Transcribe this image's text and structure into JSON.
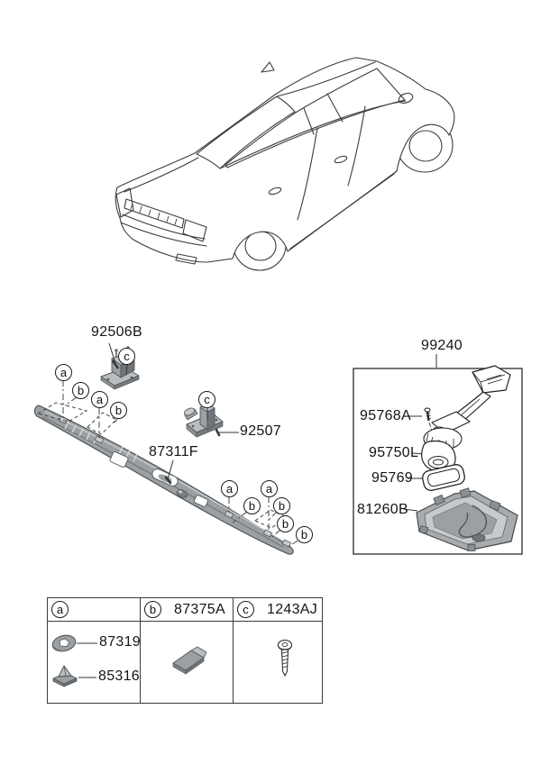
{
  "figure": {
    "colors": {
      "line": "#3a3a3a",
      "part_fill": "#9aa0a3",
      "background": "#ffffff"
    }
  },
  "callout_letters": {
    "a": "a",
    "b": "b",
    "c": "c"
  },
  "parts": {
    "license_plate_lamp": "92506B",
    "license_plate_lamp_alt": "92507",
    "back_panel_moulding": "87311F",
    "rear_camera_assembly": "99240",
    "camera_screw": "95768A",
    "rear_view_camera": "95750L",
    "camera_pad": "95769",
    "camera_housing": "81260B"
  },
  "legend": {
    "col_a": {
      "letter": "a",
      "items": [
        {
          "part": "87319",
          "icon": "washer-grommet"
        },
        {
          "part": "85316",
          "icon": "push-clip"
        }
      ]
    },
    "col_b": {
      "letter": "b",
      "part": "87375A",
      "icon": "adhesive-pad-clip"
    },
    "col_c": {
      "letter": "c",
      "part": "1243AJ",
      "icon": "tapping-screw"
    }
  }
}
